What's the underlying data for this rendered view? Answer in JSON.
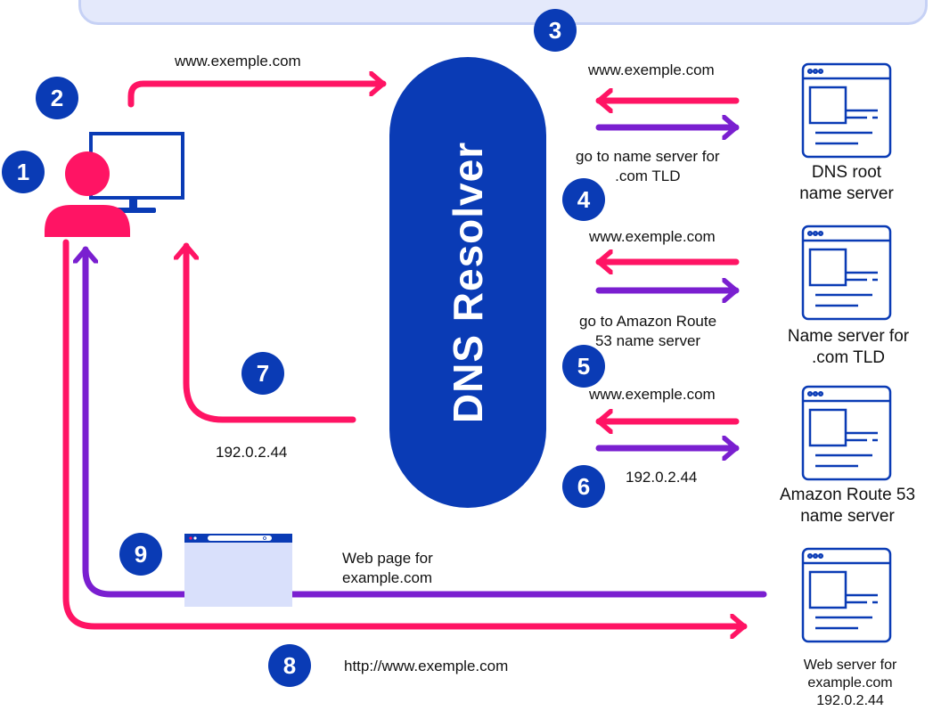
{
  "resolver": {
    "label": "DNS Resolver"
  },
  "steps": [
    "1",
    "2",
    "3",
    "4",
    "5",
    "6",
    "7",
    "8",
    "9"
  ],
  "labels": {
    "query_client": "www.exemple.com",
    "query_root": "www.exemple.com",
    "root_reply": "go to name server for\n.com TLD",
    "query_tld": "www.exemple.com",
    "tld_reply": "go to Amazon Route\n53 name server",
    "query_route53": "www.exemple.com",
    "route53_reply": "192.0.2.44",
    "ip_to_client": "192.0.2.44",
    "web_page": "Web page for\nexample.com",
    "http_request": "http://www.exemple.com"
  },
  "servers": {
    "root": "DNS root\nname server",
    "tld": "Name server for\n.com TLD",
    "route53": "Amazon Route 53\nname server",
    "web": "Web server for\nexample.com\n192.0.2.44"
  },
  "colors": {
    "blue": "#0a3bb5",
    "pink": "#ff1464",
    "purple": "#7a1fd0",
    "band": "#e4e9fb"
  }
}
